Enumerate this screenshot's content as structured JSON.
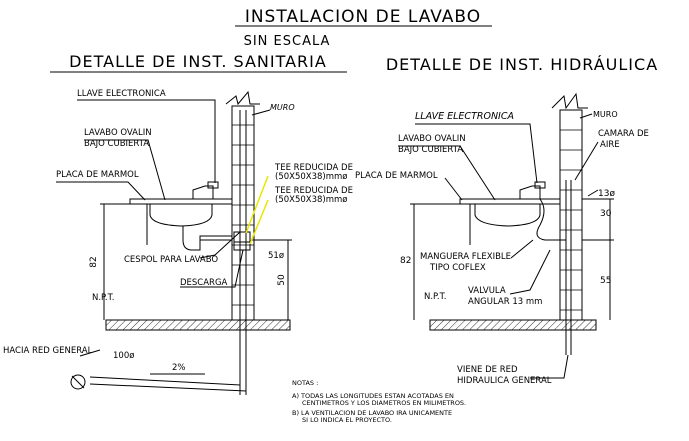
{
  "title": "INSTALACION DE LAVABO",
  "subtitle": "SIN ESCALA",
  "left": {
    "heading": "DETALLE DE INST. SANITARIA",
    "labels": {
      "llave": "LLAVE ELECTRONICA",
      "muro": "MURO",
      "lavabo1": "LAVABO OVALIN",
      "lavabo2": "BAJO CUBIERTA",
      "placa": "PLACA DE MARMOL",
      "tee1a": "TEE REDUCIDA DE",
      "tee1b": "(50X50X38)mmø",
      "tee2a": "TEE REDUCIDA DE",
      "tee2b": "(50X50X38)mmø",
      "cespol": "CESPOL PARA LAVABO",
      "descarga": "DESCARGA",
      "npt": "N.P.T.",
      "hacia": "HACIA RED GENERAL",
      "d100": "100ø",
      "slope": "2%",
      "d51": "51ø",
      "dim82": "82",
      "dim50": "50"
    }
  },
  "right": {
    "heading": "DETALLE DE INST. HIDRÁULICA",
    "labels": {
      "llave": "LLAVE ELECTRONICA",
      "muro": "MURO",
      "camara1": "CAMARA DE",
      "camara2": "AIRE",
      "lavabo1": "LAVABO OVALIN",
      "lavabo2": "BAJO CUBIERTA",
      "placa": "PLACA DE MARMOL",
      "d13": "13ø",
      "dim30": "30",
      "manguera1": "MANGUERA FLEXIBLE",
      "manguera2": "TIPO COFLEX",
      "dim82": "82",
      "dim55": "55",
      "valvula1": "VALVULA",
      "valvula2": "ANGULAR 13 mm",
      "npt": "N.P.T.",
      "viene1": "VIENE DE RED",
      "viene2": "HIDRAULICA GENERAL"
    }
  },
  "notes": {
    "header": "NOTAS :",
    "a1": "A) TODAS LAS LONGITUDES ESTAN ACOTADAS EN",
    "a2": "CENTIMETROS Y LOS DIAMETROS EN MILIMETROS.",
    "b1": "B) LA VENTILACION DE LAVABO IRA UNICAMENTE",
    "b2": "SI LO INDICA EL PROYECTO."
  },
  "colors": {
    "line": "#000000",
    "highlight": "#e8e800"
  }
}
